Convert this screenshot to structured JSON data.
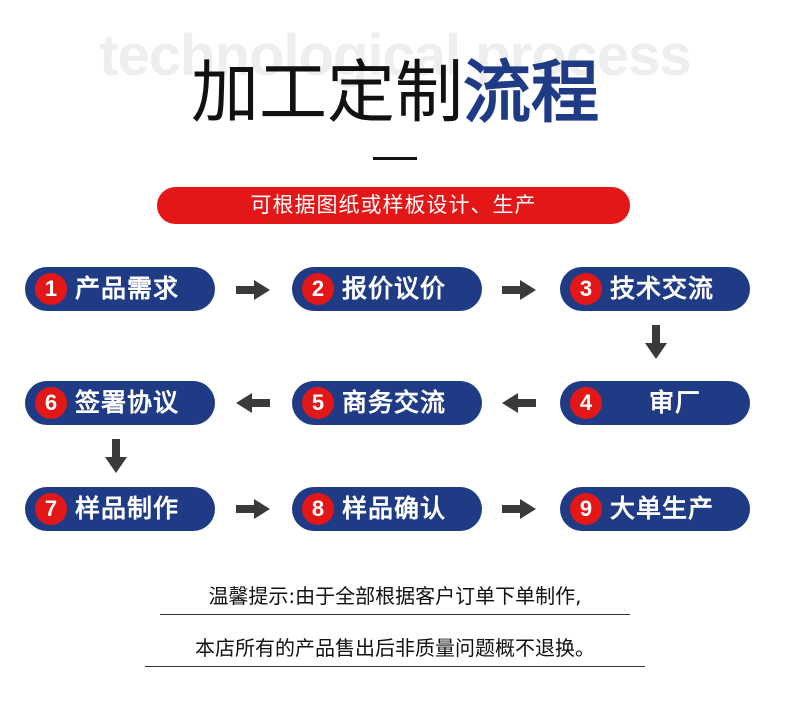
{
  "header": {
    "watermark": "technological process",
    "title_main": "加工定制",
    "title_accent": "流程"
  },
  "banner": "可根据图纸或样板设计、生产",
  "steps": [
    {
      "num": "1",
      "label": "产品需求"
    },
    {
      "num": "2",
      "label": "报价议价"
    },
    {
      "num": "3",
      "label": "技术交流"
    },
    {
      "num": "4",
      "label": "审厂"
    },
    {
      "num": "5",
      "label": "商务交流"
    },
    {
      "num": "6",
      "label": "签署协议"
    },
    {
      "num": "7",
      "label": "样品制作"
    },
    {
      "num": "8",
      "label": "样品确认"
    },
    {
      "num": "9",
      "label": "大单生产"
    }
  ],
  "notes": {
    "line1": "温馨提示:由于全部根据客户订单下单制作,",
    "line2": "本店所有的产品售出后非质量问题概不退换。"
  },
  "colors": {
    "accent_blue": "#1f3b86",
    "accent_red": "#e31717",
    "arrow": "#3a3a3a"
  }
}
